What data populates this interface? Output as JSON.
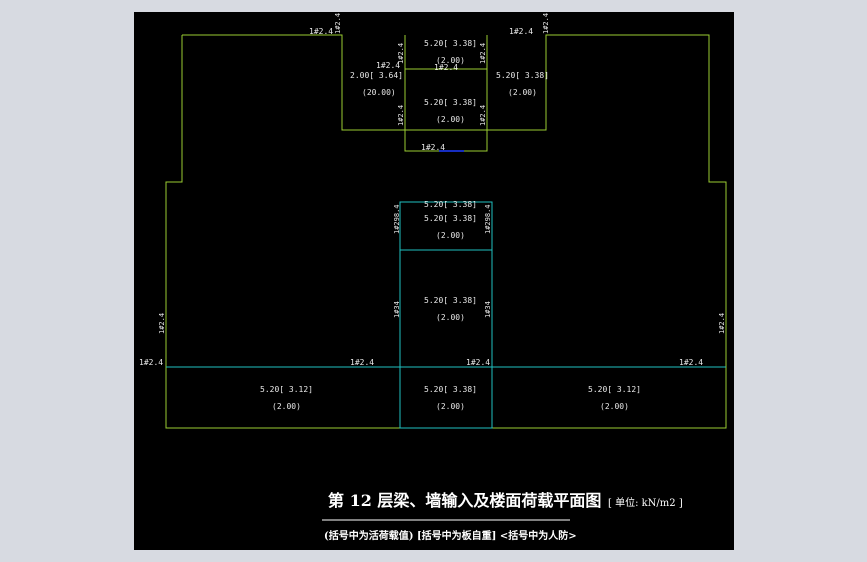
{
  "colors": {
    "frame": "#d7dae1",
    "canvas": "#000000",
    "outline": "#9acd32",
    "wall": "#1fbfbf",
    "accent": "#1e3cff",
    "text": "#e8e8e8"
  },
  "wall_labels": {
    "top_left": "1#2.4",
    "top_left_v": "1#2.4",
    "top_right": "1#2.4",
    "top_right_v": "1#2.4",
    "upper_inner_left_v": "1#2.4",
    "upper_inner_right_v": "1#2.4",
    "upper_mid_left": "1#2.4",
    "upper_mid_right": "1#2.4",
    "stair_left_v": "1#2.4",
    "stair_right_v": "1#2.4",
    "bottom_stub": "1#2.4",
    "corridor_left_v": "1#298.4",
    "corridor_right_v": "1#298.4",
    "corridor_mid_left_v": "1#34",
    "corridor_mid_right_v": "1#34",
    "side_left_v": "1#2.4",
    "side_right_v": "1#2.4",
    "far_left": "1#2.4",
    "row_left": "1#2.4",
    "row_mid": "1#2.4",
    "row_right": "1#2.4"
  },
  "loads": {
    "upper_top": "5.20[ 3.38]",
    "upper_top_b": "(2.00)",
    "upper_top_c": "1#2.4",
    "upper_left": "2.00[ 3.64]",
    "upper_left_b": "(20.00)",
    "upper_right": "5.20[ 3.38]",
    "upper_right_b": "(2.00)",
    "upper_center": "5.20[ 3.38]",
    "upper_center_b": "(2.00)",
    "core_top": "5.20[ 3.38]",
    "core_top2": "5.20[ 3.38]",
    "core_top_b": "(2.00)",
    "core_mid": "5.20[ 3.38]",
    "core_mid_b": "(2.00)",
    "bottom_left": "5.20[ 3.12]",
    "bottom_left_b": "(2.00)",
    "bottom_center": "5.20[ 3.38]",
    "bottom_center_b": "(2.00)",
    "bottom_right": "5.20[ 3.12]",
    "bottom_right_b": "(2.00)"
  },
  "title": "第 12 层梁、墙输入及楼面荷载平面图",
  "unit": "[ 单位: kN/m2 ]",
  "subtitle": "(括号中为活荷载值) [括号中为板自重] <括号中为人防>"
}
